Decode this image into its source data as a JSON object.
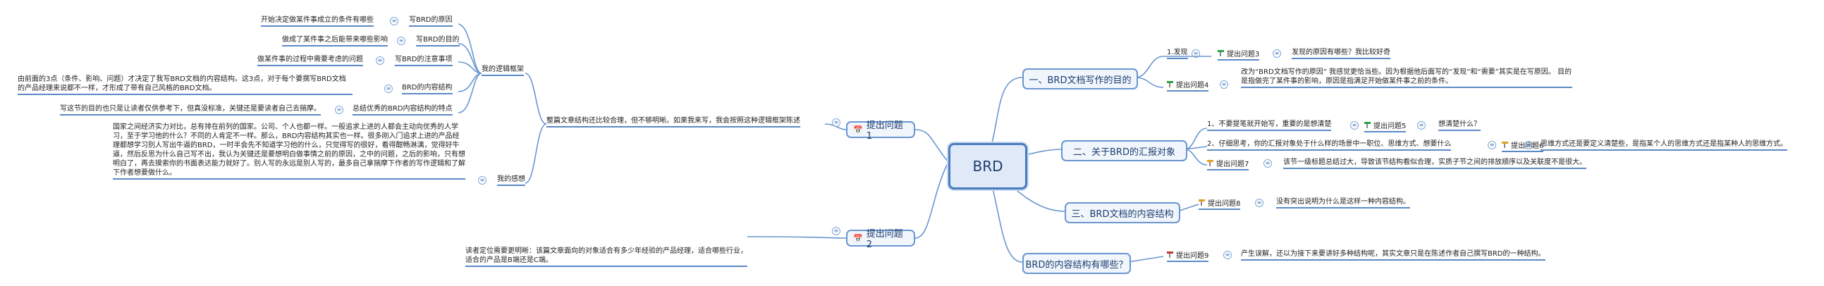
{
  "root": "BRD",
  "right": [
    {
      "title": "一、BRD文档写作的目的",
      "children": [
        {
          "label": "1.发现",
          "tag": "提出问题3",
          "text": "发现的原因有哪些？我比较好奇"
        },
        {
          "tag": "提出问题4",
          "text": "改为“BRD文档写作的原因” 我感觉更恰当些。因为根据他后面写的“发现”和“需要”其实是在写原因。 目的是指做完了某件事的影响，原因是指满足开始做某件事之前的条件。"
        }
      ]
    },
    {
      "title": "二、关于BRD的汇报对象",
      "children": [
        {
          "label": "1、不要提笔就开始写，重要的是想清楚",
          "tag": "提出问题5",
          "text": "想清楚什么？"
        },
        {
          "label": "2、仔细思考，你的汇报对象处于什么样的场景中一职位、思维方式、想要什么",
          "tag": "提出问题6",
          "text": "思维方式还是要定义清楚些，是指某个人的思维方式还是指某种人的思维方式。"
        },
        {
          "tag": "提出问题7",
          "text": "该节一级标题总结过大，导致该节结构看似合理，实质子节之间的排放顺序以及关联度不是很大。"
        }
      ]
    },
    {
      "title": "三、BRD文档的内容结构",
      "children": [
        {
          "tag": "提出问题8",
          "text": "没有突出说明为什么是这样一种内容结构。"
        }
      ]
    },
    {
      "title": "BRD的内容结构有哪些？",
      "children": [
        {
          "tag": "提出问题9",
          "text": "产生误解，还以为接下来要讲好多种结构呢，其实文章只是在陈述作者自己撰写BRD的一种结构。"
        }
      ]
    }
  ],
  "left": [
    {
      "title": "提出问题1",
      "summary": "整篇文章结构还比较合理，但不够明晰。如果我来写，我会按照这种逻辑框架陈述",
      "logic_label": "我的逻辑框架",
      "logic_items": [
        {
          "text": "开始决定做某件事成立的条件有哪些",
          "label": "写BRD的原因"
        },
        {
          "text": "做成了某件事之后能带来哪些影响",
          "label": "写BRD的目的"
        },
        {
          "text": "做某件事的过程中需要考虑的问题",
          "label": "写BRD的注意事项"
        },
        {
          "text": "由前面的3点（条件、影响、问题）才决定了我写BRD文档的内容结构。这3点，对于每个要撰写BRD文档的产品经理来说都不一样，才形成了带有自己风格的BRD文档。",
          "label": "BRD的内容结构"
        },
        {
          "text": "写这节的目的也只是让读者仅供参考下，但真没标准，关键还是要读者自己去揣摩。",
          "label": "总结优秀的BRD内容结构的特点"
        }
      ],
      "feel_label": "我的感想",
      "feel_text": "国家之间经济实力对比，总有排在前列的国家。公司、个人也都一样。一般追求上进的人都会主动向优秀的人学习，至于学习他的什么？不同的人肯定不一样。那么，BRD内容结构其实也一样。很多刚入门追求上进的产品经理都想学习别人写出牛逼的BRD，一时半会先不知道学习他的什么，只觉得写的很好，看得酣畅淋漓，觉得好牛逼，然后反思为什么自己写不出，我认为关键还是要想明白做事情之前的原因，之中的问题，之后的影响，只有想明白了，再去摸索你的书面表达能力就好了。别人写的永远是别人写的，最多自己拿揣摩下作者的写作逻辑和了解下作者想要做什么。"
    },
    {
      "title": "提出问题2",
      "summary": "读者定位需要更明晰：该篇文章面向的对象适合有多少年经验的产品经理，适合哪些行业，适合的产品是B端还是C端。"
    }
  ]
}
